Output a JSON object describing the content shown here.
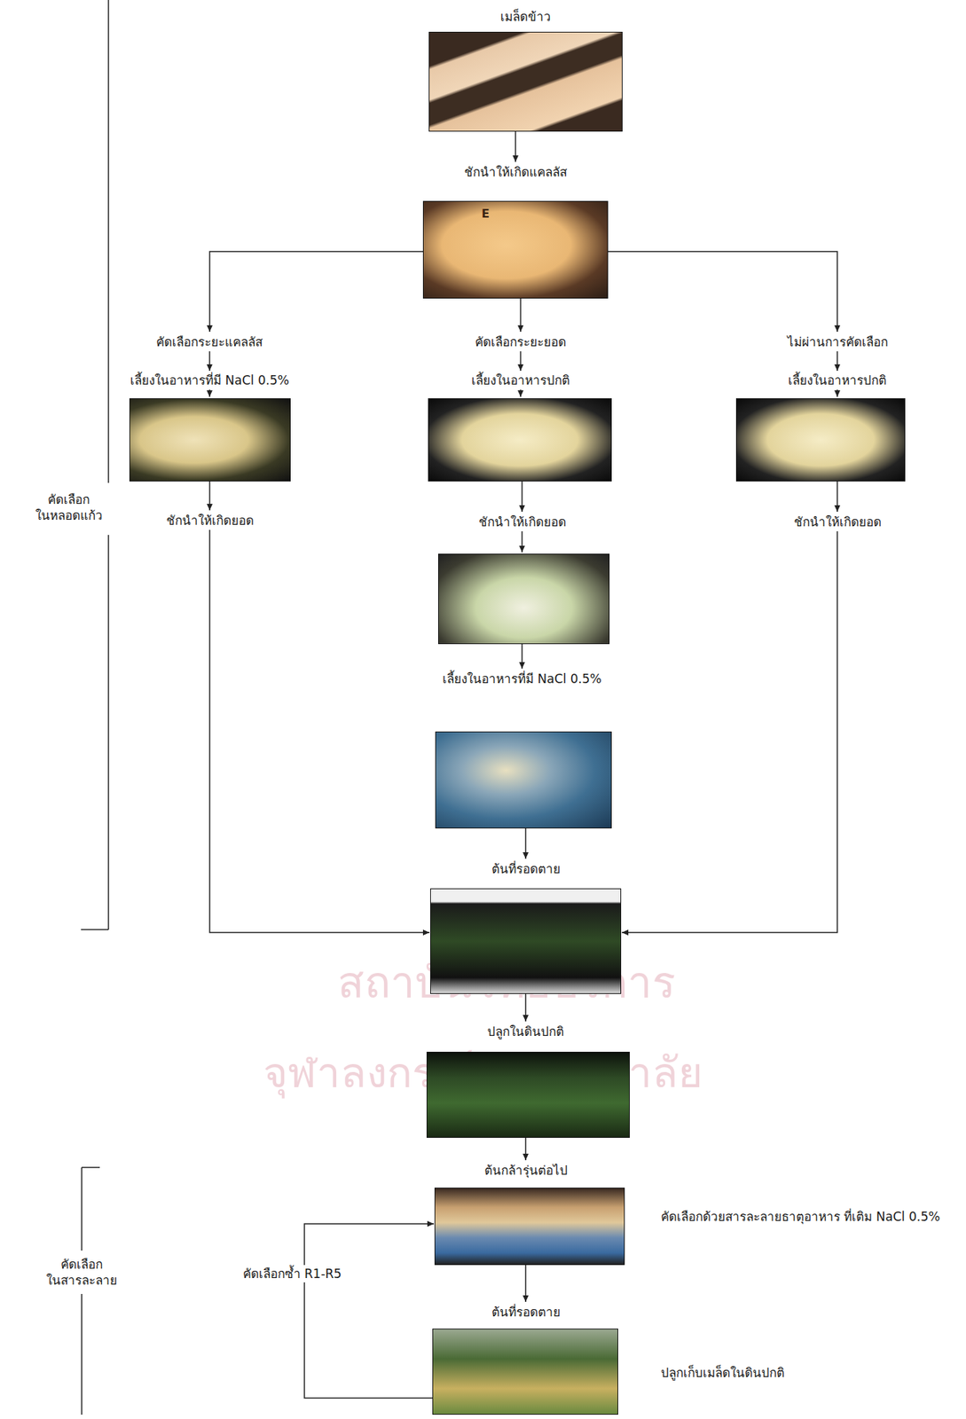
{
  "diagram": {
    "nodes": [
      {
        "text": [
          "เมล็ดข้าว"
        ]
      },
      {
        "text": [
          "ชักนำให้เกิดแคลลัส"
        ]
      },
      {
        "text": [
          "คัดเลือกระยะแคลลัส",
          "เลี้ยงในอาหารที่มี NaCl 0.5%"
        ]
      },
      {
        "text": [
          "คัดเลือกระยะยอด",
          "เลี้ยงในอาหารปกติ"
        ]
      },
      {
        "text": [
          "ไม่ผ่านการคัดเลือก",
          "เลี้ยงในอาหารปกติ"
        ]
      },
      {
        "text": [
          "ชักนำให้เกิดยอด"
        ]
      },
      {
        "text": [
          "ชักนำให้เกิดยอด"
        ]
      },
      {
        "text": [
          "ชักนำให้เกิดยอด"
        ]
      },
      {
        "text": [
          "เลี้ยงในอาหารที่มี NaCl 0.5%"
        ]
      },
      {
        "text": [
          "ต้นที่รอดตาย"
        ]
      },
      {
        "text": [
          "ปลูกในดินปกติ"
        ]
      },
      {
        "text": [
          "ต้นกล้ารุ่นต่อไป"
        ]
      },
      {
        "text": [
          "ต้นที่รอดตาย"
        ]
      }
    ],
    "edges": [
      {
        "from": 0,
        "to": 1,
        "arrow": "to"
      },
      {
        "from": 1,
        "to": 2,
        "arrow": "to"
      },
      {
        "from": 1,
        "to": 3,
        "arrow": "to"
      },
      {
        "from": 1,
        "to": 4,
        "arrow": "to"
      },
      {
        "from": 2,
        "to": 5,
        "arrow": "to"
      },
      {
        "from": 3,
        "to": 6,
        "arrow": "to"
      },
      {
        "from": 4,
        "to": 7,
        "arrow": "to"
      },
      {
        "from": 6,
        "to": 8,
        "arrow": "to"
      },
      {
        "from": 5,
        "to": 9,
        "arrow": "to"
      },
      {
        "from": 8,
        "to": 9,
        "arrow": "to"
      },
      {
        "from": 7,
        "to": 9,
        "arrow": "to"
      },
      {
        "from": 9,
        "to": 10,
        "arrow": "to"
      },
      {
        "from": 10,
        "to": 11,
        "arrow": "to"
      },
      {
        "from": 11,
        "to": 12,
        "arrow": "to"
      },
      {
        "from": 12,
        "to": 11,
        "label": "คัดเลือกซ้ำ R1-R5",
        "arrow": "to"
      }
    ],
    "labels": [
      "คัดเลือก ในหลอดแก้ว",
      "E",
      "สถาบันวิทยบริการ",
      "จุฬาลงกรณ์มหาวิทยาลัย",
      "คัดเลือกด้วยสารละลายธาตุอาหาร ที่เติม NaCl 0.5%",
      "คัดเลือก ในสารละลาย",
      "ปลูกเก็บเมล็ดในดินปกติ"
    ]
  }
}
